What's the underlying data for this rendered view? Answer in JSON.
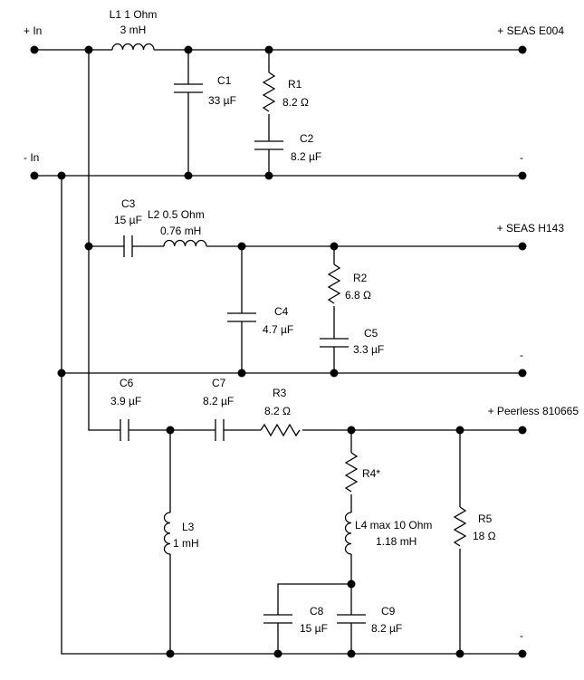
{
  "terminals": {
    "plus_in": "+ In",
    "minus_in": "- In",
    "out1_plus": "+ SEAS E004",
    "out1_minus": "-",
    "out2_plus": "+ SEAS H143",
    "out2_minus": "-",
    "out3_plus": "+ Peerless 810665",
    "out3_minus": "-"
  },
  "components": {
    "L1": {
      "name": "L1 1 Ohm",
      "value": "3 mH"
    },
    "C1": {
      "name": "C1",
      "value": "33 µF"
    },
    "R1": {
      "name": "R1",
      "value": "8.2 Ω"
    },
    "C2": {
      "name": "C2",
      "value": "8.2 µF"
    },
    "C3": {
      "name": "C3",
      "value": "15 µF"
    },
    "L2": {
      "name": "L2  0.5 Ohm",
      "value": "0.76 mH"
    },
    "C4": {
      "name": "C4",
      "value": "4.7 µF"
    },
    "R2": {
      "name": "R2",
      "value": "6.8 Ω"
    },
    "C5": {
      "name": "C5",
      "value": "3.3 µF"
    },
    "C6": {
      "name": "C6",
      "value": "3.9 µF"
    },
    "C7": {
      "name": "C7",
      "value": "8.2 µF"
    },
    "R3": {
      "name": "R3",
      "value": "8.2 Ω"
    },
    "R4": {
      "name": "R4*"
    },
    "L3": {
      "name": "L3",
      "value": "1 mH"
    },
    "L4": {
      "name": "L4 max 10 Ohm",
      "value": "1.18 mH"
    },
    "R5": {
      "name": "R5",
      "value": "18 Ω"
    },
    "C8": {
      "name": "C8",
      "value": "15 µF"
    },
    "C9": {
      "name": "C9",
      "value": "8.2 µF"
    }
  }
}
